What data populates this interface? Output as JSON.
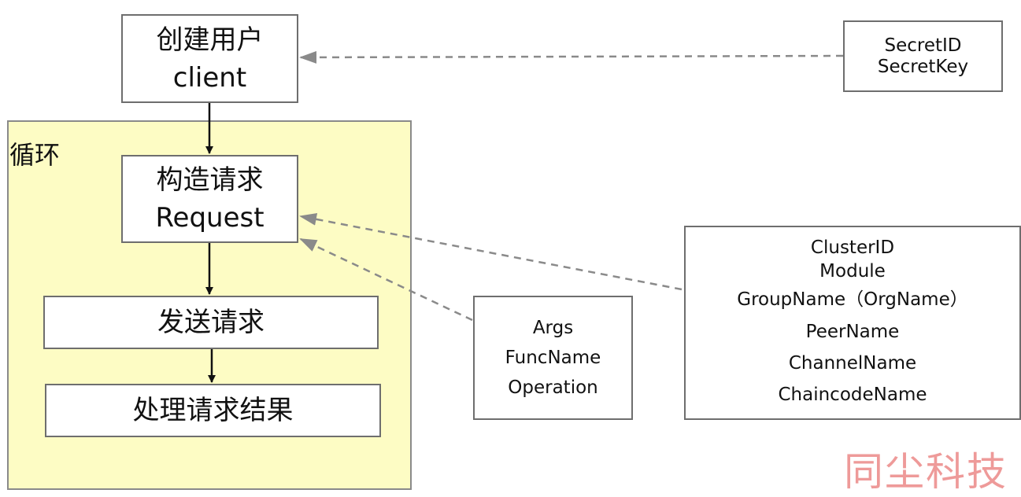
{
  "steps": {
    "create_user": [
      "创建用户",
      "client"
    ],
    "build_request": [
      "构造请求",
      "Request"
    ],
    "send_request": "发送请求",
    "handle_result": "处理请求结果"
  },
  "loop_label": "循环",
  "params": {
    "credentials": [
      "SecretID",
      "SecretKey"
    ],
    "call": [
      "Args",
      "FuncName",
      "Operation"
    ],
    "target": [
      "ClusterID",
      "Module",
      "GroupName（OrgName）",
      "PeerName",
      "ChannelName",
      "ChaincodeName"
    ]
  },
  "watermark": "同尘科技",
  "colors": {
    "loop_fill": "#fdfcc4",
    "dashed_arrow": "#8a8a8a",
    "watermark": "#ee9a99"
  }
}
